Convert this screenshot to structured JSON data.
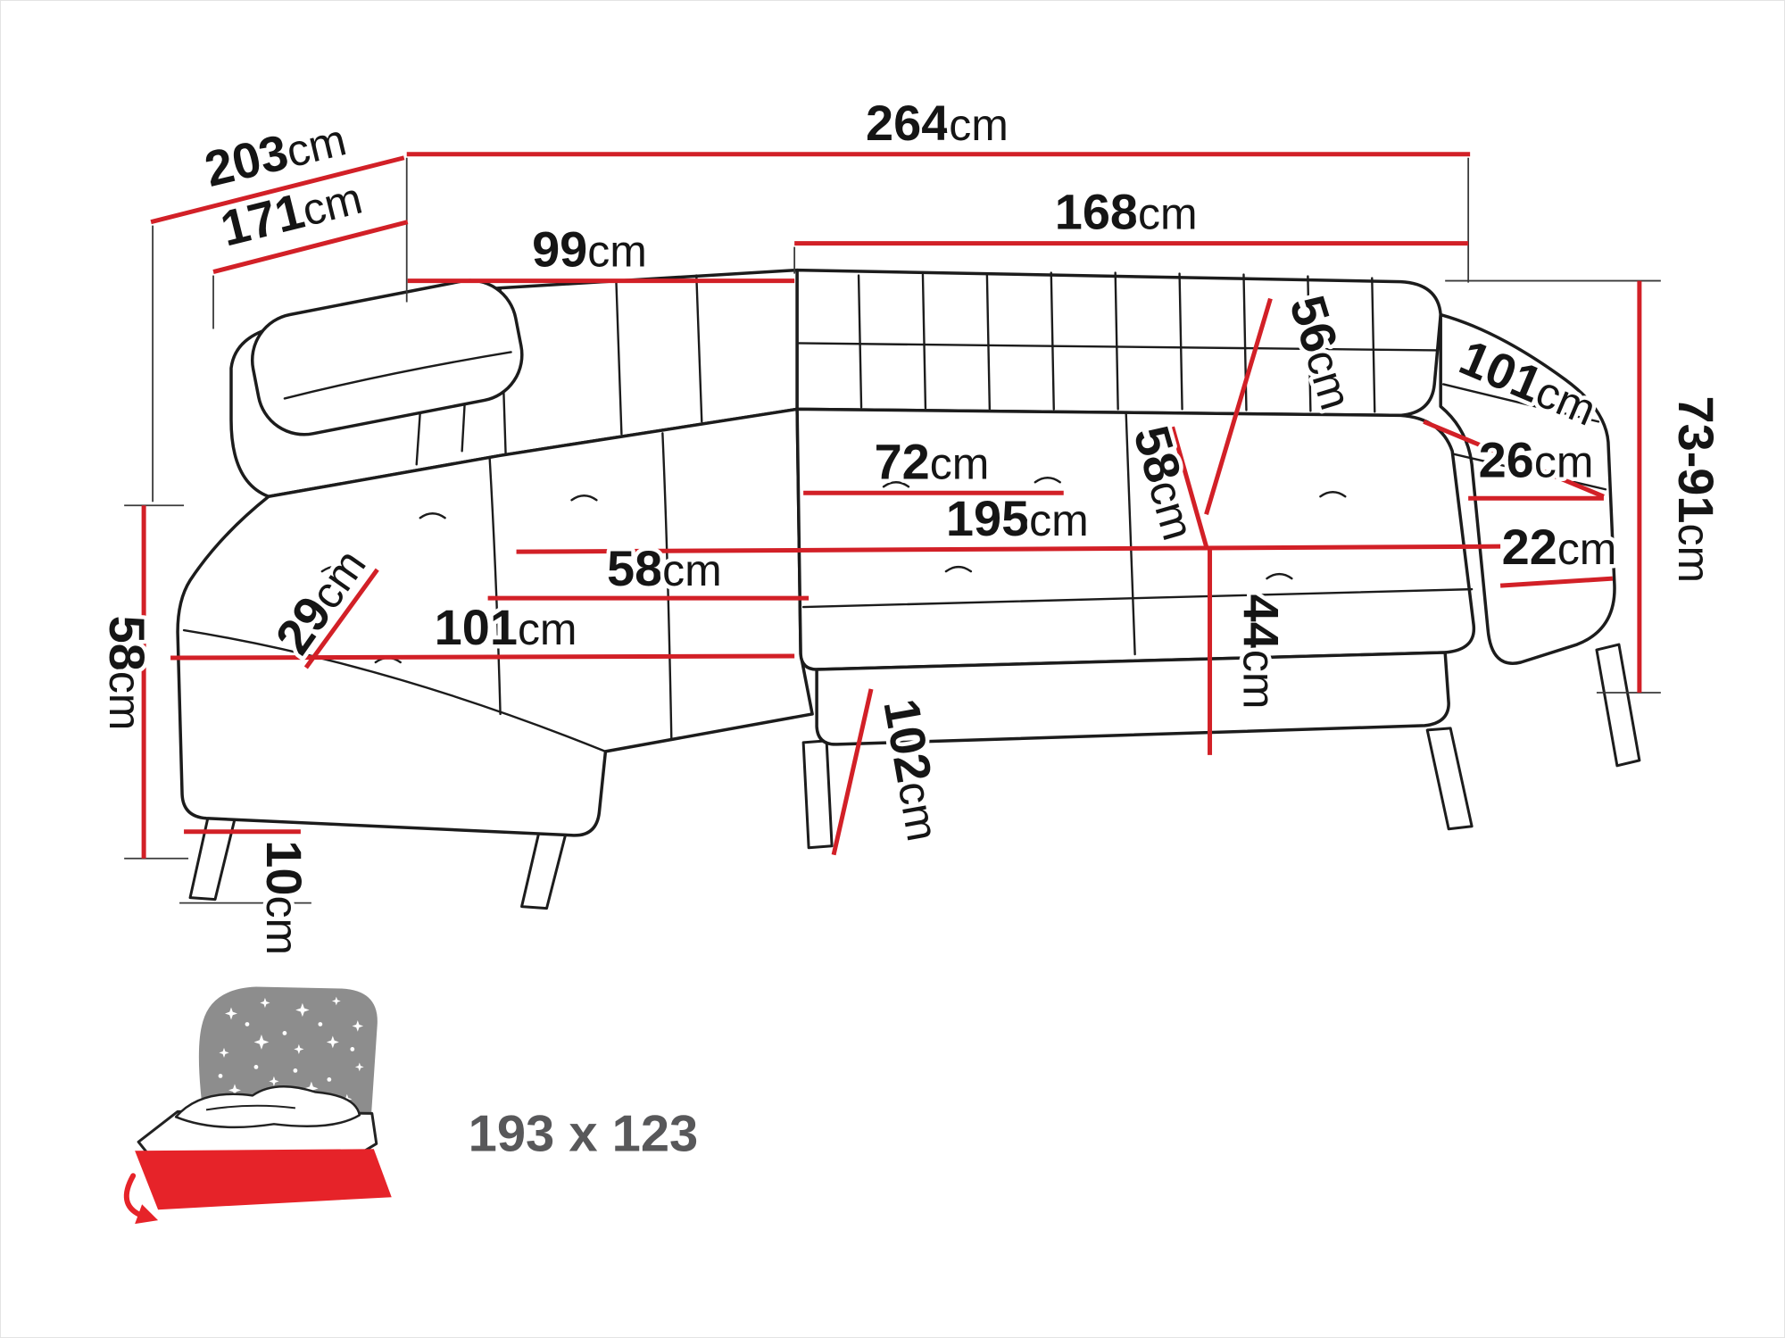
{
  "diagram": {
    "type": "corner-sofa-dimension-diagram",
    "colors": {
      "dimension_line": "#d22027",
      "outline": "#1c1c1c",
      "bed_icon_gray": "#8d8d8d",
      "bed_icon_red": "#e62329",
      "sleeping_label_gray": "#58585a"
    },
    "icons": {
      "bed_icon": "sleeping-function-bed-icon"
    },
    "dims": {
      "overall_width": {
        "v": "264",
        "u": "cm"
      },
      "overall_depth": {
        "v": "203",
        "u": "cm"
      },
      "inner_depth": {
        "v": "171",
        "u": "cm"
      },
      "left_back_width": {
        "v": "99",
        "u": "cm"
      },
      "right_back_width": {
        "v": "168",
        "u": "cm"
      },
      "backrest_height": {
        "v": "56",
        "u": "cm"
      },
      "corner_back_width": {
        "v": "101",
        "u": "cm"
      },
      "armrest_top_width": {
        "v": "26",
        "u": "cm"
      },
      "height_range": {
        "v": "73-91",
        "u": "cm"
      },
      "seat_depth": {
        "v": "72",
        "u": "cm"
      },
      "backrest_seat_depth": {
        "v": "58",
        "u": "cm"
      },
      "seat_width": {
        "v": "195",
        "u": "cm"
      },
      "chaise_seat_width": {
        "v": "58",
        "u": "cm"
      },
      "armrest_width": {
        "v": "22",
        "u": "cm"
      },
      "chaise_corner": {
        "v": "29",
        "u": "cm"
      },
      "chaise_width": {
        "v": "101",
        "u": "cm"
      },
      "seat_height": {
        "v": "44",
        "u": "cm"
      },
      "base_height": {
        "v": "58",
        "u": "cm"
      },
      "chaise_depth": {
        "v": "102",
        "u": "cm"
      },
      "leg_height": {
        "v": "10",
        "u": "cm"
      },
      "sleeping_area": {
        "v": "193 x 123",
        "u": ""
      }
    }
  }
}
